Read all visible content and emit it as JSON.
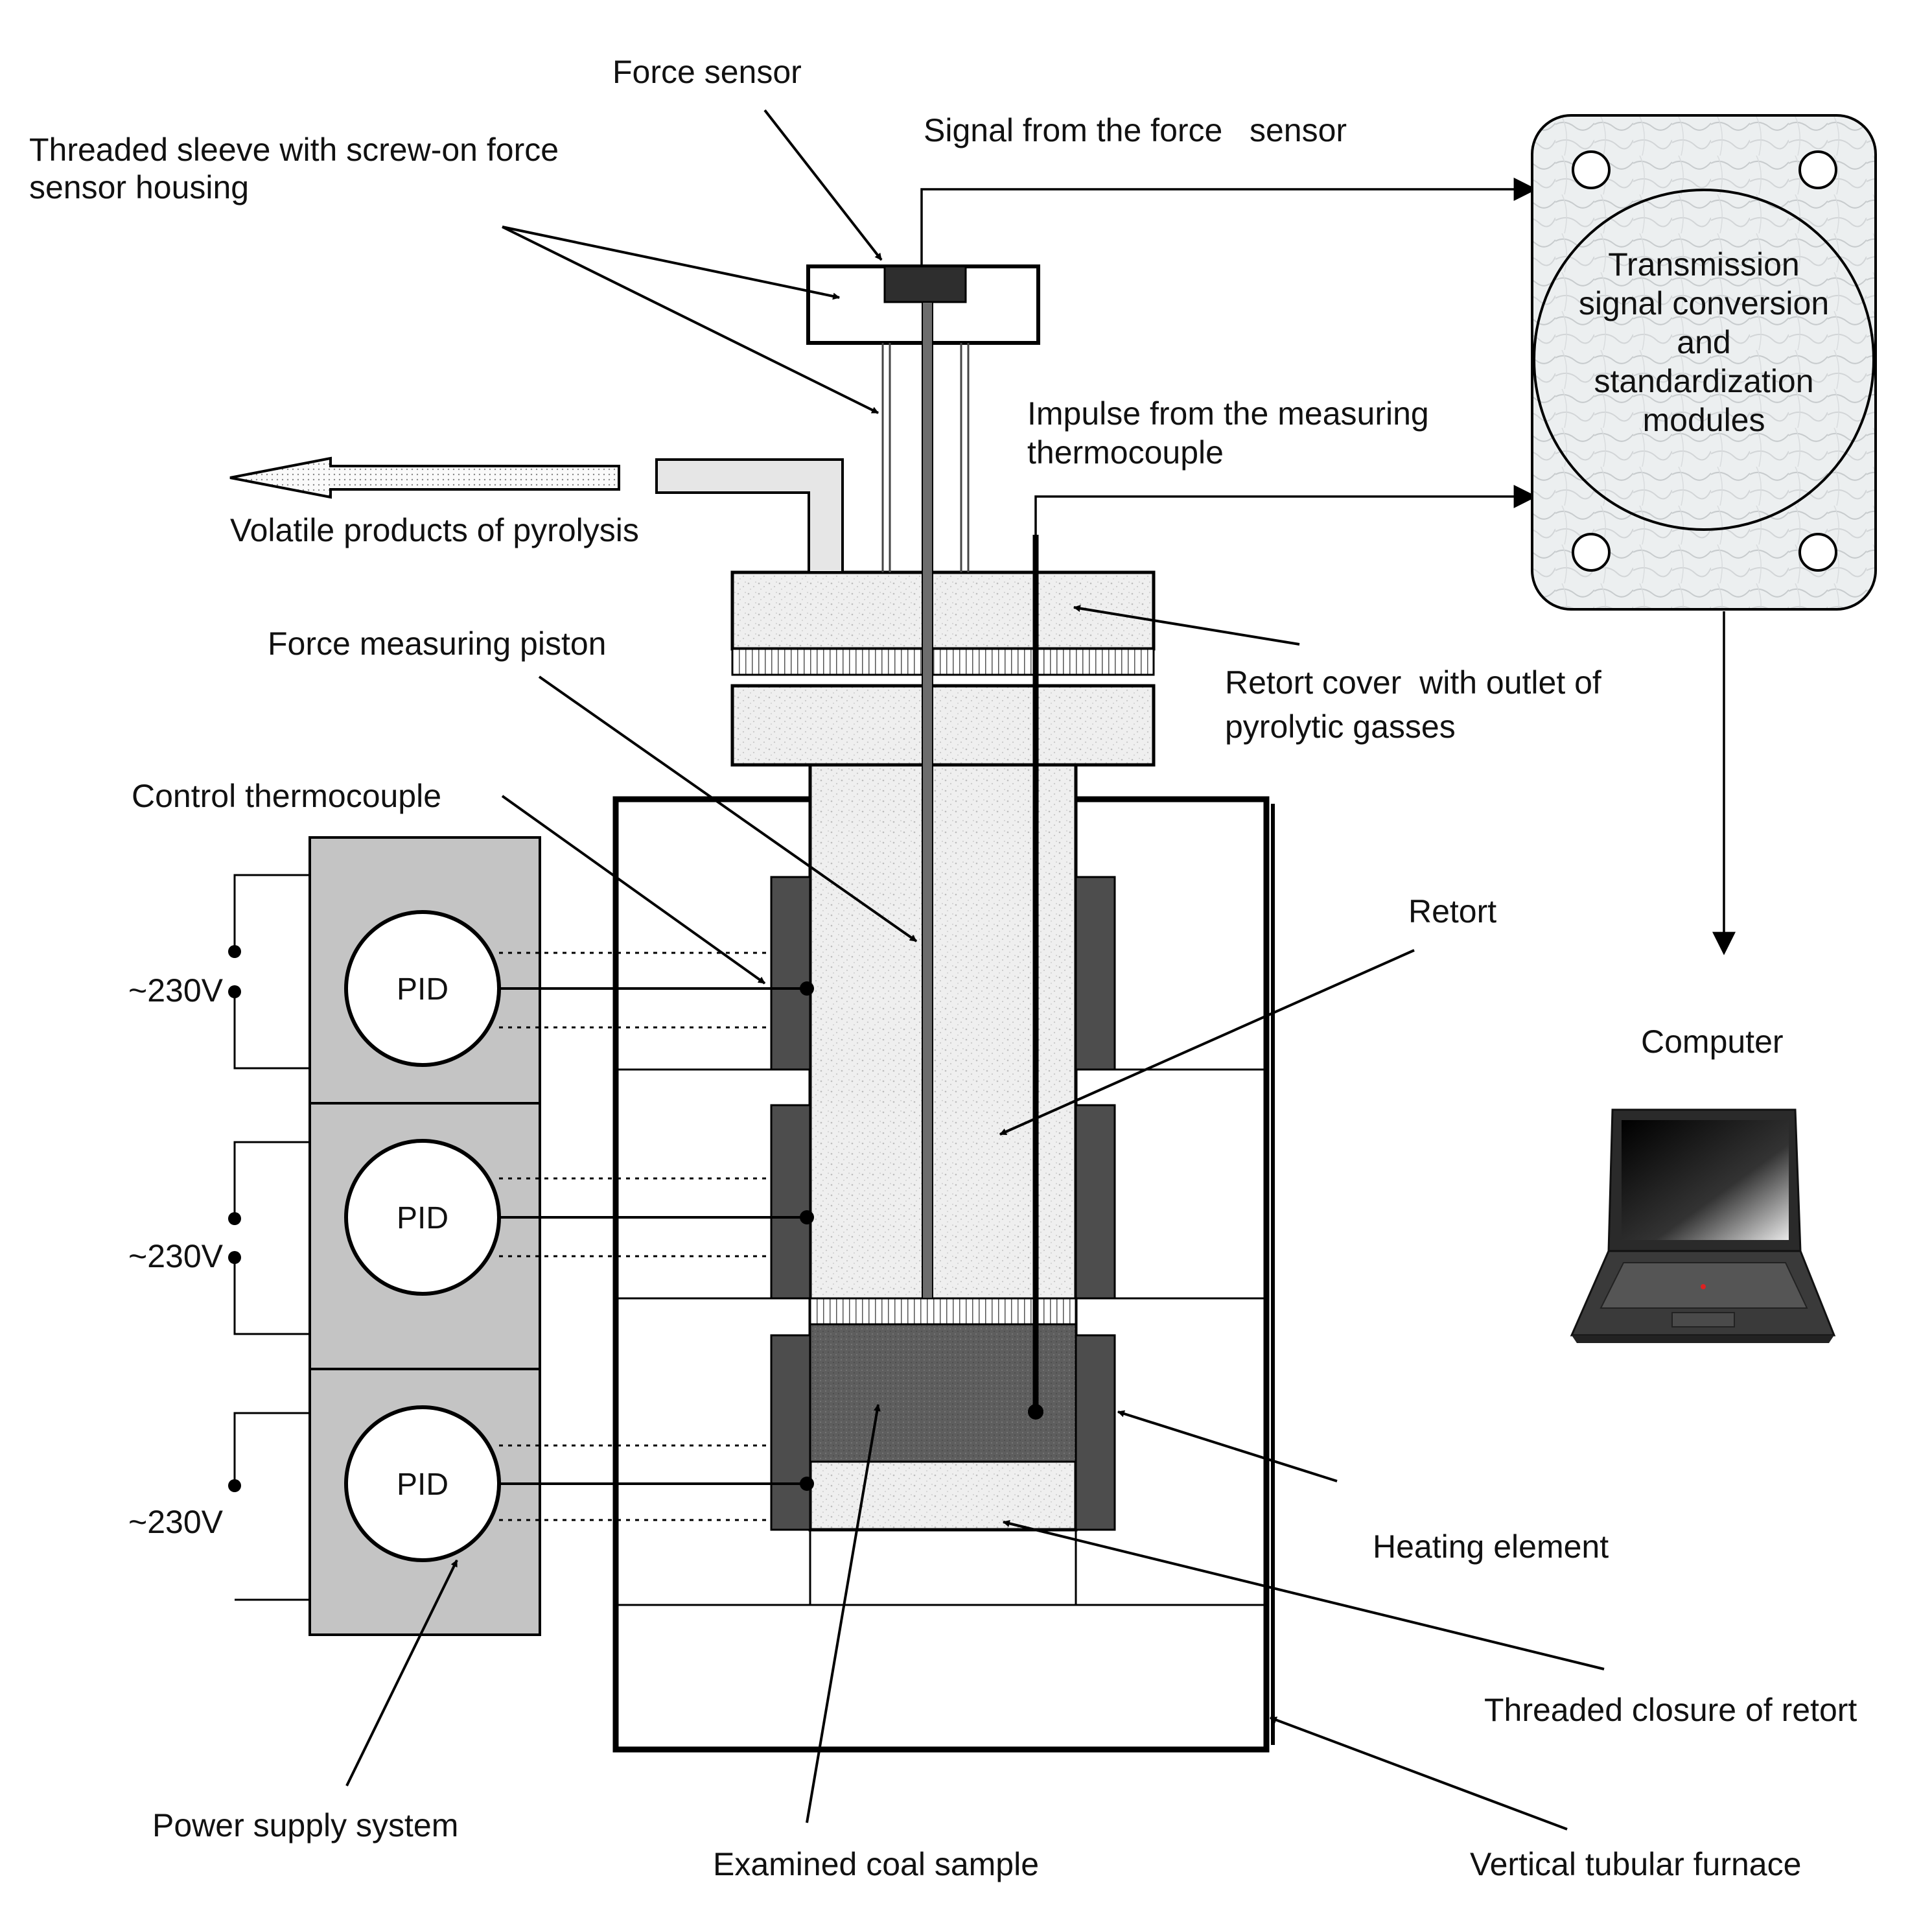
{
  "labels": {
    "force_sensor": "Force sensor",
    "threaded_sleeve": [
      "Threaded sleeve with screw-on force",
      "sensor housing"
    ],
    "signal_force_sensor": "Signal from the force   sensor",
    "impulse_thermocouple": [
      "Impulse from the measuring",
      "thermocouple"
    ],
    "volatile_products": "Volatile products of pyrolysis",
    "force_measuring_piston": "Force measuring piston",
    "retort_cover": [
      "Retort cover  with outlet of",
      "pyrolytic gasses"
    ],
    "control_thermocouple": "Control thermocouple",
    "retort": "Retort",
    "computer": "Computer",
    "heating_element": "Heating element",
    "threaded_closure": "Threaded closure of retort",
    "power_supply": "Power supply system",
    "coal_sample": "Examined coal sample",
    "vertical_furnace": "Vertical tubular furnace"
  },
  "transmission_module": [
    "Transmission",
    "signal conversion",
    "and",
    "standardization",
    "modules"
  ],
  "pid_controllers": [
    {
      "label": "PID",
      "voltage": "~230V"
    },
    {
      "label": "PID",
      "voltage": "~230V"
    },
    {
      "label": "PID",
      "voltage": "~230V"
    }
  ]
}
